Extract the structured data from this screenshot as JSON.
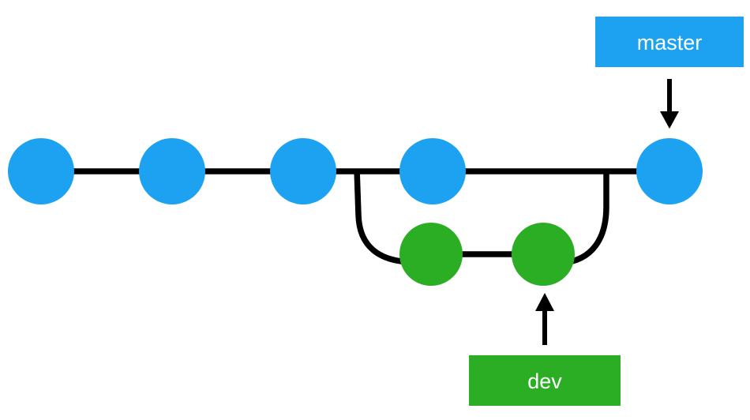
{
  "diagram": {
    "type": "git-branch-diagram",
    "background": "#ffffff",
    "branches": [
      {
        "name": "master",
        "label": "master",
        "color": "#1da2f2",
        "commit_count": 5
      },
      {
        "name": "dev",
        "label": "dev",
        "color": "#2cae24",
        "commit_count": 2
      }
    ],
    "structure": {
      "dev_branches_from": "master between commit 3 and commit 4",
      "dev_merges_into": "master before commit 5",
      "master_pointer_target": "master commit 5",
      "dev_pointer_target": "dev commit 2"
    },
    "colors": {
      "edge_line": "#000000",
      "arrow": "#000000",
      "label_text": "#ffffff"
    },
    "icons": {
      "master_pointer": "arrow-down-icon",
      "dev_pointer": "arrow-up-icon"
    }
  }
}
